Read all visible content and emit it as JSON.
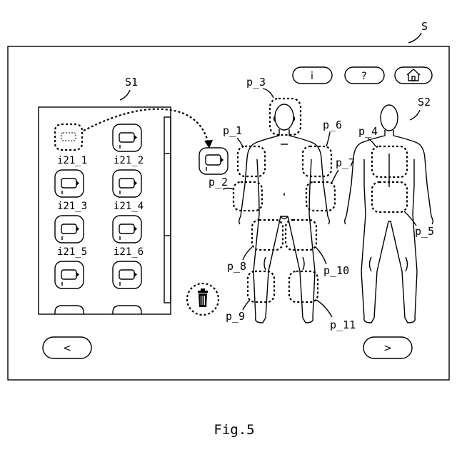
{
  "screen": {
    "ref": "S",
    "list_panel_ref": "S1",
    "body_panel_ref": "S2"
  },
  "header_buttons": [
    {
      "name": "info",
      "label": "i"
    },
    {
      "name": "help",
      "label": "?"
    },
    {
      "name": "home",
      "icon": "home-icon"
    }
  ],
  "icon_list": {
    "items": [
      {
        "id": "i21_1",
        "state": "placeholder"
      },
      {
        "id": "i21_2",
        "state": "filled"
      },
      {
        "id": "i21_3",
        "state": "filled"
      },
      {
        "id": "i21_4",
        "state": "filled"
      },
      {
        "id": "i21_5",
        "state": "filled"
      },
      {
        "id": "i21_6",
        "state": "filled"
      },
      {
        "id": "",
        "state": "filled"
      },
      {
        "id": "",
        "state": "filled"
      }
    ]
  },
  "regions": {
    "p_1": "p_1",
    "p_2": "p_2",
    "p_3": "p_3",
    "p_4": "p_4",
    "p_5": "p_5",
    "p_6": "p_6",
    "p_7": "p_7",
    "p_8": "p_8",
    "p_9": "p_9",
    "p_10": "p_10",
    "p_11": "p_11"
  },
  "nav": {
    "prev_label": "<",
    "next_label": ">"
  },
  "trash": {
    "icon": "trash-icon"
  },
  "caption": "Fig.5"
}
